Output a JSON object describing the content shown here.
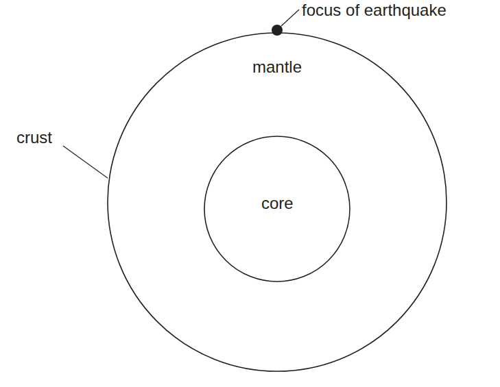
{
  "diagram": {
    "nodes": [
      {
        "text": [
          "mantle"
        ]
      },
      {
        "text": [
          "core"
        ],
        "in": 0
      }
    ],
    "labels": [
      "focus of earthquake",
      "crust"
    ]
  }
}
